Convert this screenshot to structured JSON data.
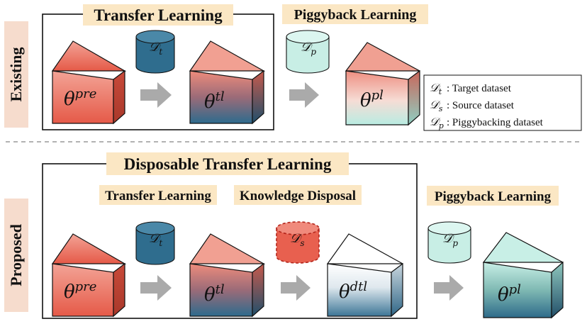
{
  "row_labels": {
    "existing": "Existing",
    "proposed": "Proposed"
  },
  "existing": {
    "box_title": "Transfer Learning",
    "piggyback_title": "Piggyback Learning"
  },
  "proposed": {
    "box_title": "Disposable Transfer Learning",
    "step1": "Transfer Learning",
    "step2": "Knowledge Disposal",
    "step3": "Piggyback Learning"
  },
  "models": {
    "pre": "pre",
    "tl": "tl",
    "pl": "pl",
    "dtl": "dtl",
    "theta": "θ"
  },
  "datasets": {
    "D": "𝒟",
    "t": "t",
    "s": "s",
    "p": "p"
  },
  "legend": {
    "target": ": Target dataset",
    "source": ": Source dataset",
    "piggy": ": Piggybacking dataset"
  },
  "colors": {
    "red": "#e8604f",
    "red_light": "#f2a79a",
    "blue": "#2f6d8e",
    "blue_dark": "#1d4f6a",
    "teal": "#c8eee5",
    "teal_mid": "#7cc4b8",
    "label_bg": "#fbe7c4",
    "row_label_bg": "#f6dccd",
    "arrow": "#aaaaaa"
  }
}
